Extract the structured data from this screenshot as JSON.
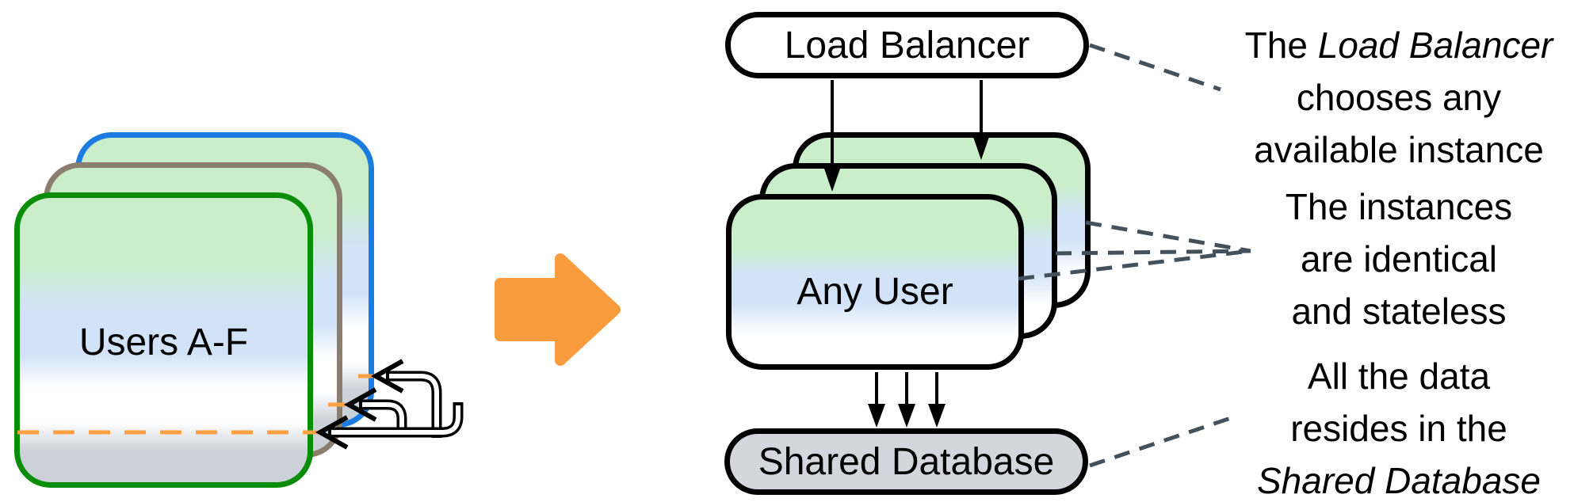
{
  "users_group": {
    "label": "Users A-F",
    "card_count": 3
  },
  "load_balancer": {
    "label": "Load Balancer"
  },
  "instances": {
    "label": "Any User",
    "card_count": 3
  },
  "database": {
    "label": "Shared Database"
  },
  "annotations": [
    {
      "target": "load-balancer",
      "lines": [
        {
          "pre": "The ",
          "italic": "Load Balancer",
          "post": ""
        },
        {
          "pre": "chooses any",
          "italic": "",
          "post": ""
        },
        {
          "pre": "available instance",
          "italic": "",
          "post": ""
        }
      ]
    },
    {
      "target": "instances",
      "lines": [
        {
          "pre": "The instances",
          "italic": "",
          "post": ""
        },
        {
          "pre": "are identical",
          "italic": "",
          "post": ""
        },
        {
          "pre": "and stateless",
          "italic": "",
          "post": ""
        }
      ]
    },
    {
      "target": "shared-database",
      "lines": [
        {
          "pre": "All the data",
          "italic": "",
          "post": ""
        },
        {
          "pre": "resides in the",
          "italic": "",
          "post": ""
        },
        {
          "pre": "",
          "italic": "Shared Database",
          "post": ""
        }
      ]
    }
  ],
  "colors": {
    "users_front_border": "#0a8e0a",
    "users_middle_border": "#8b7e6e",
    "users_back_border": "#1b7be0",
    "instance_border": "#000000",
    "gradient_top_green": "#c9eec9",
    "gradient_mid_blue": "#d2e3f8",
    "gradient_bottom_gray": "#ccd1d9",
    "database_fill": "#d3d7dd",
    "flow_arrow_orange": "#f89c3d",
    "session_dash_orange": "#ffa143",
    "connector_dash_gray": "#42515b"
  }
}
